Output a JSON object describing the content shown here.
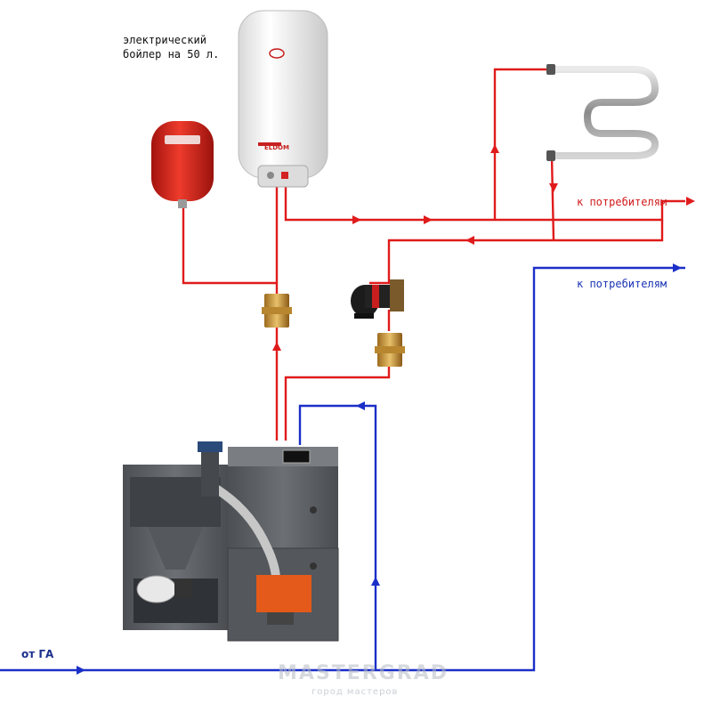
{
  "labels": {
    "boiler_title_line1": "электрический",
    "boiler_title_line2": "бойлер на 50 л.",
    "consumers_hot": "к потребителям",
    "consumers_cold": "к потребителям",
    "from_source": "от ГА",
    "boiler_brand": "ELDOM",
    "watermark_main": "MASTERGRAD",
    "watermark_sub": "город мастеров"
  },
  "colors": {
    "hot_pipe": "#e01b1b",
    "cold_pipe": "#1b2fc8",
    "boiler_body": "#5c5f63",
    "burner": "#e35a1a",
    "expansion_tank": "#d9261c"
  }
}
